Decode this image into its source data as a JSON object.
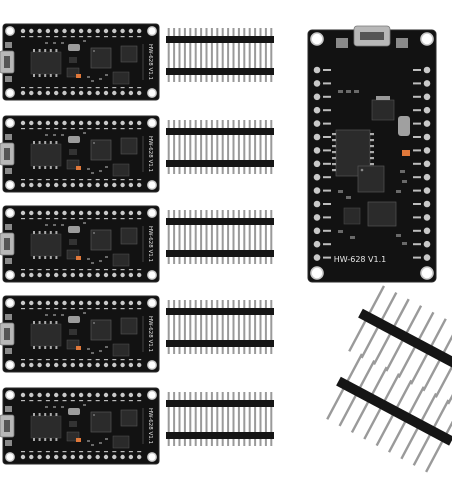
{
  "product": {
    "board_label": "HW-628 V1.1",
    "small_board_count": 5,
    "header_strip_count": 5
  },
  "colors": {
    "background": "#ffffff",
    "pcb": "#121212",
    "pcb_edge": "#2a2a2a",
    "pad": "#c9c9c9",
    "chip": "#2b2b2b",
    "usb_metal": "#b8b8b8",
    "pin_metal": "#9a9a9a",
    "pin_plastic": "#151515",
    "led": "#e0783a"
  }
}
